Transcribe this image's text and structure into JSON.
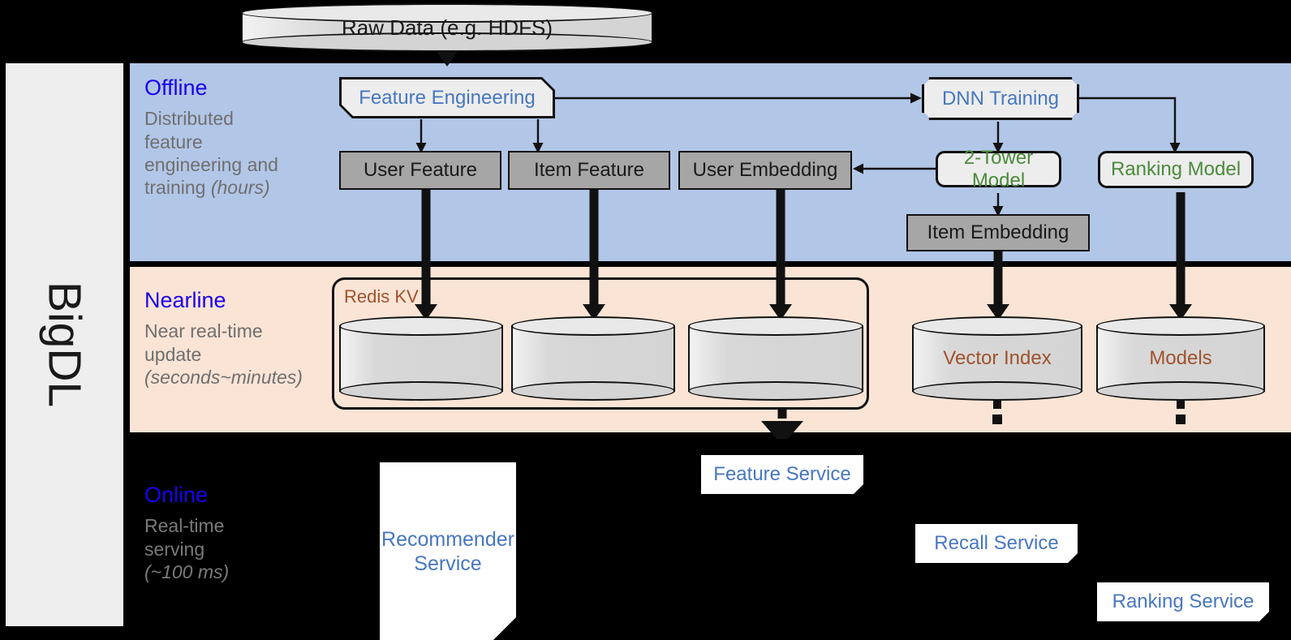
{
  "framework": {
    "name": "BigDL"
  },
  "top_source": {
    "label": "Raw Data (e.g. HDFS)"
  },
  "bands": [
    {
      "id": "offline",
      "title": "Offline",
      "subtitle_line1": "Distributed",
      "subtitle_line2": "feature",
      "subtitle_line3": "engineering and",
      "subtitle_line4": "training ",
      "subtitle_italic": "(hours)",
      "background_color": "#b2c6e7"
    },
    {
      "id": "nearline",
      "title": "Nearline",
      "subtitle_line1": "Near real-time",
      "subtitle_line2": "update",
      "subtitle_line3": "",
      "subtitle_line4": "",
      "subtitle_italic": "(seconds~minutes)",
      "background_color": "#fae4d5"
    },
    {
      "id": "online",
      "title": "Online",
      "subtitle_line1": "Real-time",
      "subtitle_line2": "serving",
      "subtitle_line3": "",
      "subtitle_line4": "",
      "subtitle_italic": "(~100 ms)",
      "background_color": "#000000"
    }
  ],
  "offline": {
    "feature_engineering": "Feature Engineering",
    "dnn_training": "DNN Training",
    "user_feature": "User Feature",
    "item_feature": "Item Feature",
    "user_embedding": "User Embedding",
    "two_tower_model": "2-Tower Model",
    "ranking_model": "Ranking Model",
    "item_embedding": "Item Embedding"
  },
  "nearline": {
    "redis_group_label": "Redis KV",
    "store_user_feature": "",
    "store_item_feature": "",
    "store_user_embedding": "",
    "vector_index": "Vector Index",
    "models": "Models"
  },
  "online": {
    "recommender_service": "Recommender Service",
    "recommender_service_line1": "Recommender",
    "recommender_service_line2": "Service",
    "feature_service": "Feature Service",
    "recall_service": "Recall Service",
    "ranking_service": "Ranking Service"
  },
  "colors": {
    "band_offline": "#b2c6e7",
    "band_nearline": "#fae4d5",
    "band_online": "#000000",
    "rail": "#eeeeee",
    "title_blue": "#1a00ee",
    "subtitle_gray": "#6f6f6f",
    "node_text_blue": "#4777c0",
    "node_text_green": "#4b8b3b",
    "node_text_brown": "#a0522d",
    "gray_box": "#a6a6a6",
    "light_box": "#ededed",
    "stroke": "#111111"
  }
}
